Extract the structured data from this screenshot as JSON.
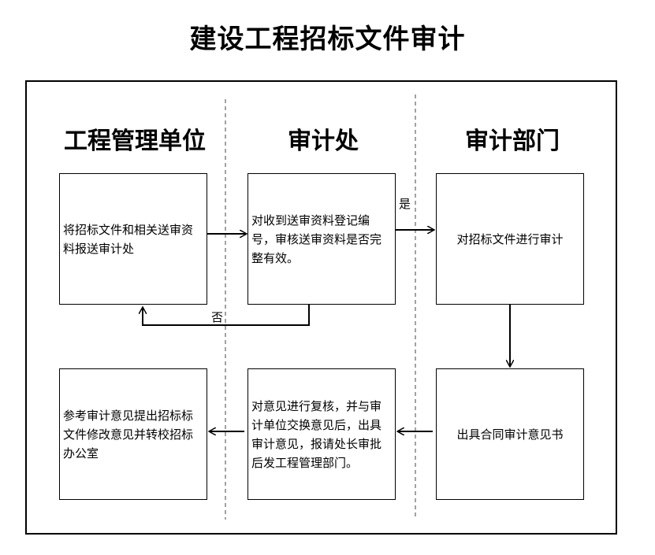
{
  "title": "建设工程招标文件审计",
  "lanes": [
    "工程管理单位",
    "审计处",
    "审计部门"
  ],
  "boxes": {
    "submit_docs": "将招标文件和相关送审资料报送审计处",
    "register_check": "对收到送审资料登记编号，审核送审资料是否完整有效。",
    "audit_docs": "对招标文件进行审计",
    "issue_opinion": "出具合同审计意见书",
    "review_exchange": "对意见进行复核，并与审计单位交换意见后，出具审计意见，报请处长审批后发工程管理部门。",
    "reference_revise": "参考审计意见提出招标标文件修改意见并转校招标办公室"
  },
  "edges": {
    "yes_label": "是",
    "no_label": "否"
  }
}
